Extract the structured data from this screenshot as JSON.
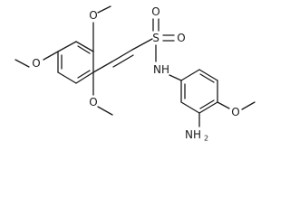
{
  "molecule": {
    "sulfur": "S",
    "sulfonyl_oxygen_top": "O",
    "sulfonyl_oxygen_right": "O",
    "amide_nh": "NH",
    "methoxy_top": "O",
    "methoxy_left": "O",
    "methoxy_bottom": "O",
    "methoxy_right": "O",
    "amine_n": "NH",
    "amine_subscript": "2"
  }
}
